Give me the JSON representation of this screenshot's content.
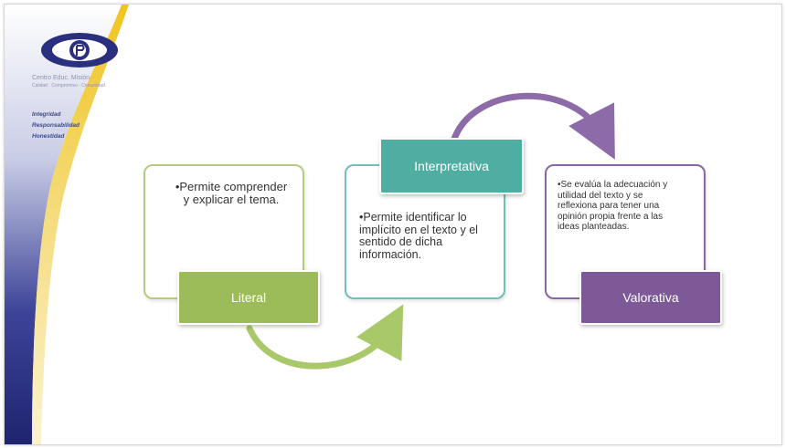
{
  "sidebar": {
    "org_name": "Centro Educ. Misión",
    "org_subtitle": "Calidad · Compromiso · Comunidad",
    "values": [
      "Integridad",
      "Responsabilidad",
      "Honestidad"
    ],
    "colors": {
      "navy": "#2b2f7f",
      "gold": "#e8b81a",
      "accent": "#3b4a8c"
    }
  },
  "diagram": {
    "literal": {
      "label": "Literal",
      "text": "•Permite comprender y explicar el tema."
    },
    "interpretativa": {
      "label": "Interpretativa",
      "text": "•Permite identificar lo implícito en el texto y el sentido de dicha información."
    },
    "valorativa": {
      "label": "Valorativa",
      "text": "•Se evalúa la adecuación y utilidad del texto y se reflexiona para tener una opinión propia frente a las ideas planteadas."
    },
    "colors": {
      "green": "#9cbc5a",
      "teal": "#4fada2",
      "purple": "#7d5a97",
      "arrow_green": "#a9c86a",
      "arrow_purple": "#8d6aa8"
    }
  }
}
